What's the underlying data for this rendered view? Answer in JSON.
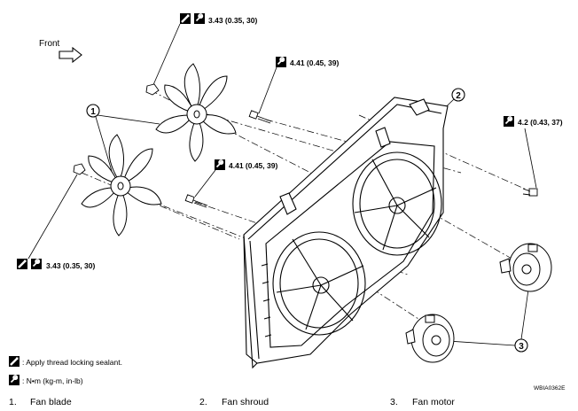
{
  "front_label": "Front",
  "torques": {
    "top_nut": "3.43 (0.35, 30)",
    "upper_bolt": "4.41 (0.45, 39)",
    "mid_bolt": "4.41 (0.45, 39)",
    "right_bolt": "4.2 (0.43, 37)",
    "lower_nut": "3.43 (0.35, 30)"
  },
  "callouts": {
    "c1": "1",
    "c2": "2",
    "c3": "3"
  },
  "legend": {
    "sealant": ": Apply thread locking sealant.",
    "torque_unit": ": N•m (kg-m, in-lb)"
  },
  "figure_code": "WBIA0362E",
  "parts": [
    {
      "num": "1.",
      "name": "Fan blade"
    },
    {
      "num": "2.",
      "name": "Fan shroud"
    },
    {
      "num": "3.",
      "name": "Fan motor"
    }
  ]
}
